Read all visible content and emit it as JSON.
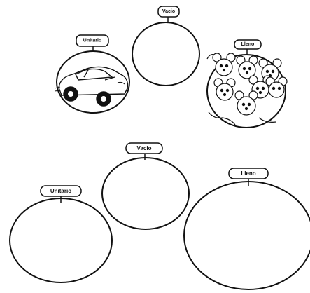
{
  "example_row": {
    "unitario_label": "Unitario",
    "vacio_label": "Vacio",
    "lleno_label": "Lleno",
    "car_image": "car-icon",
    "mice_image": "mice-icon"
  },
  "exercise_row": {
    "vacio_label": "Vacio",
    "unitario_label": "Unitario",
    "lleno_label": "Lleno"
  }
}
